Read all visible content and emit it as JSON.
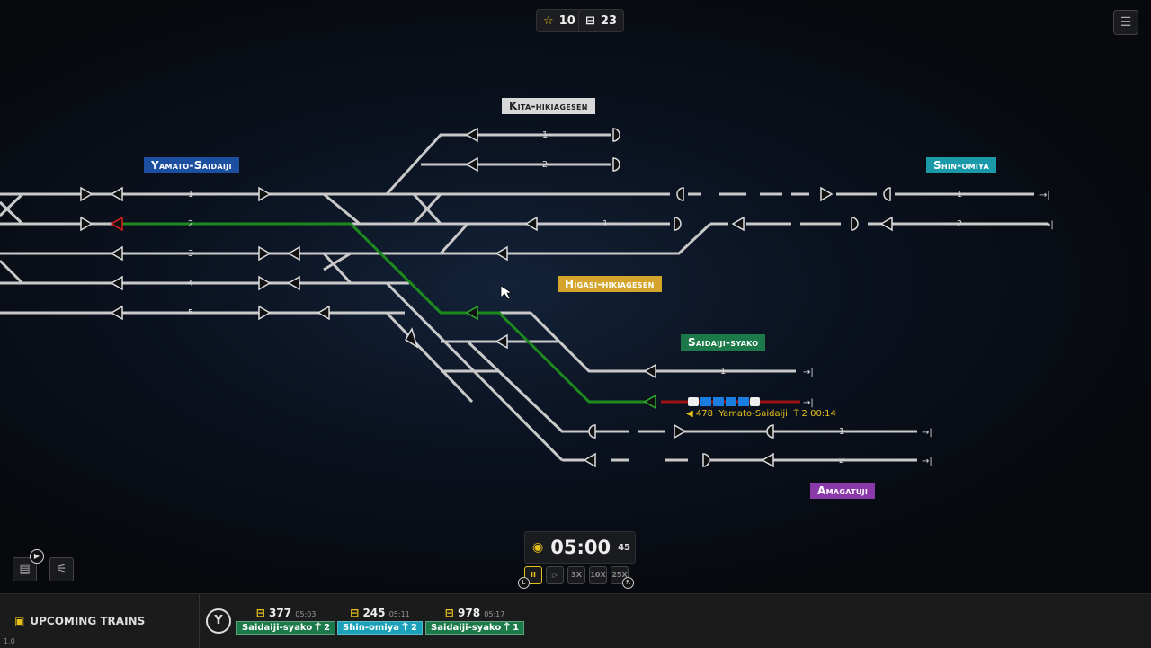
{
  "hud": {
    "stars": "10",
    "trains": "23",
    "star_icon": "star-icon",
    "train_icon": "train-icon"
  },
  "stations": {
    "kita": {
      "name": "Kita-hikiagesen",
      "color": "#d8d8d8",
      "tracks": [
        "1",
        "2"
      ]
    },
    "yamato": {
      "name": "Yamato-Saidaiji",
      "color": "#1d4fa0",
      "tracks": [
        "1",
        "2",
        "3",
        "4",
        "5"
      ]
    },
    "shin": {
      "name": "Shin-omiya",
      "color": "#1a9aa8",
      "tracks": [
        "1",
        "2"
      ]
    },
    "higasi": {
      "name": "Higasi-hikiagesen",
      "color": "#d4a52a",
      "tracks": [
        "1"
      ]
    },
    "syako": {
      "name": "Saidaiji-syako",
      "color": "#1c7a4a",
      "tracks": [
        "1"
      ]
    },
    "amaga": {
      "name": "Amagatuji",
      "color": "#8a3aa8",
      "tracks": [
        "1",
        "2"
      ]
    }
  },
  "active_train": {
    "number": "478",
    "destination": "Yamato-Saidaiji",
    "platform": "2",
    "time": "00:14"
  },
  "clock": {
    "time": "05:00",
    "seconds": "45"
  },
  "speed": {
    "pause": "II",
    "play": "▷",
    "x3": "3X",
    "x10": "10X",
    "x25": "25X",
    "left_hint": "L",
    "right_hint": "R"
  },
  "bottom": {
    "title": "UPCOMING TRAINS",
    "version": "1.0",
    "key": "Y",
    "trains": [
      {
        "number": "377",
        "time": "05:03",
        "dest": "Saidaiji-syako",
        "platform": "2",
        "color": "#1c7a4a"
      },
      {
        "number": "245",
        "time": "05:11",
        "dest": "Shin-omiya",
        "platform": "2",
        "color": "#1aa0b8"
      },
      {
        "number": "978",
        "time": "05:17",
        "dest": "Saidaiji-syako",
        "platform": "1",
        "color": "#1c7a4a"
      }
    ]
  }
}
